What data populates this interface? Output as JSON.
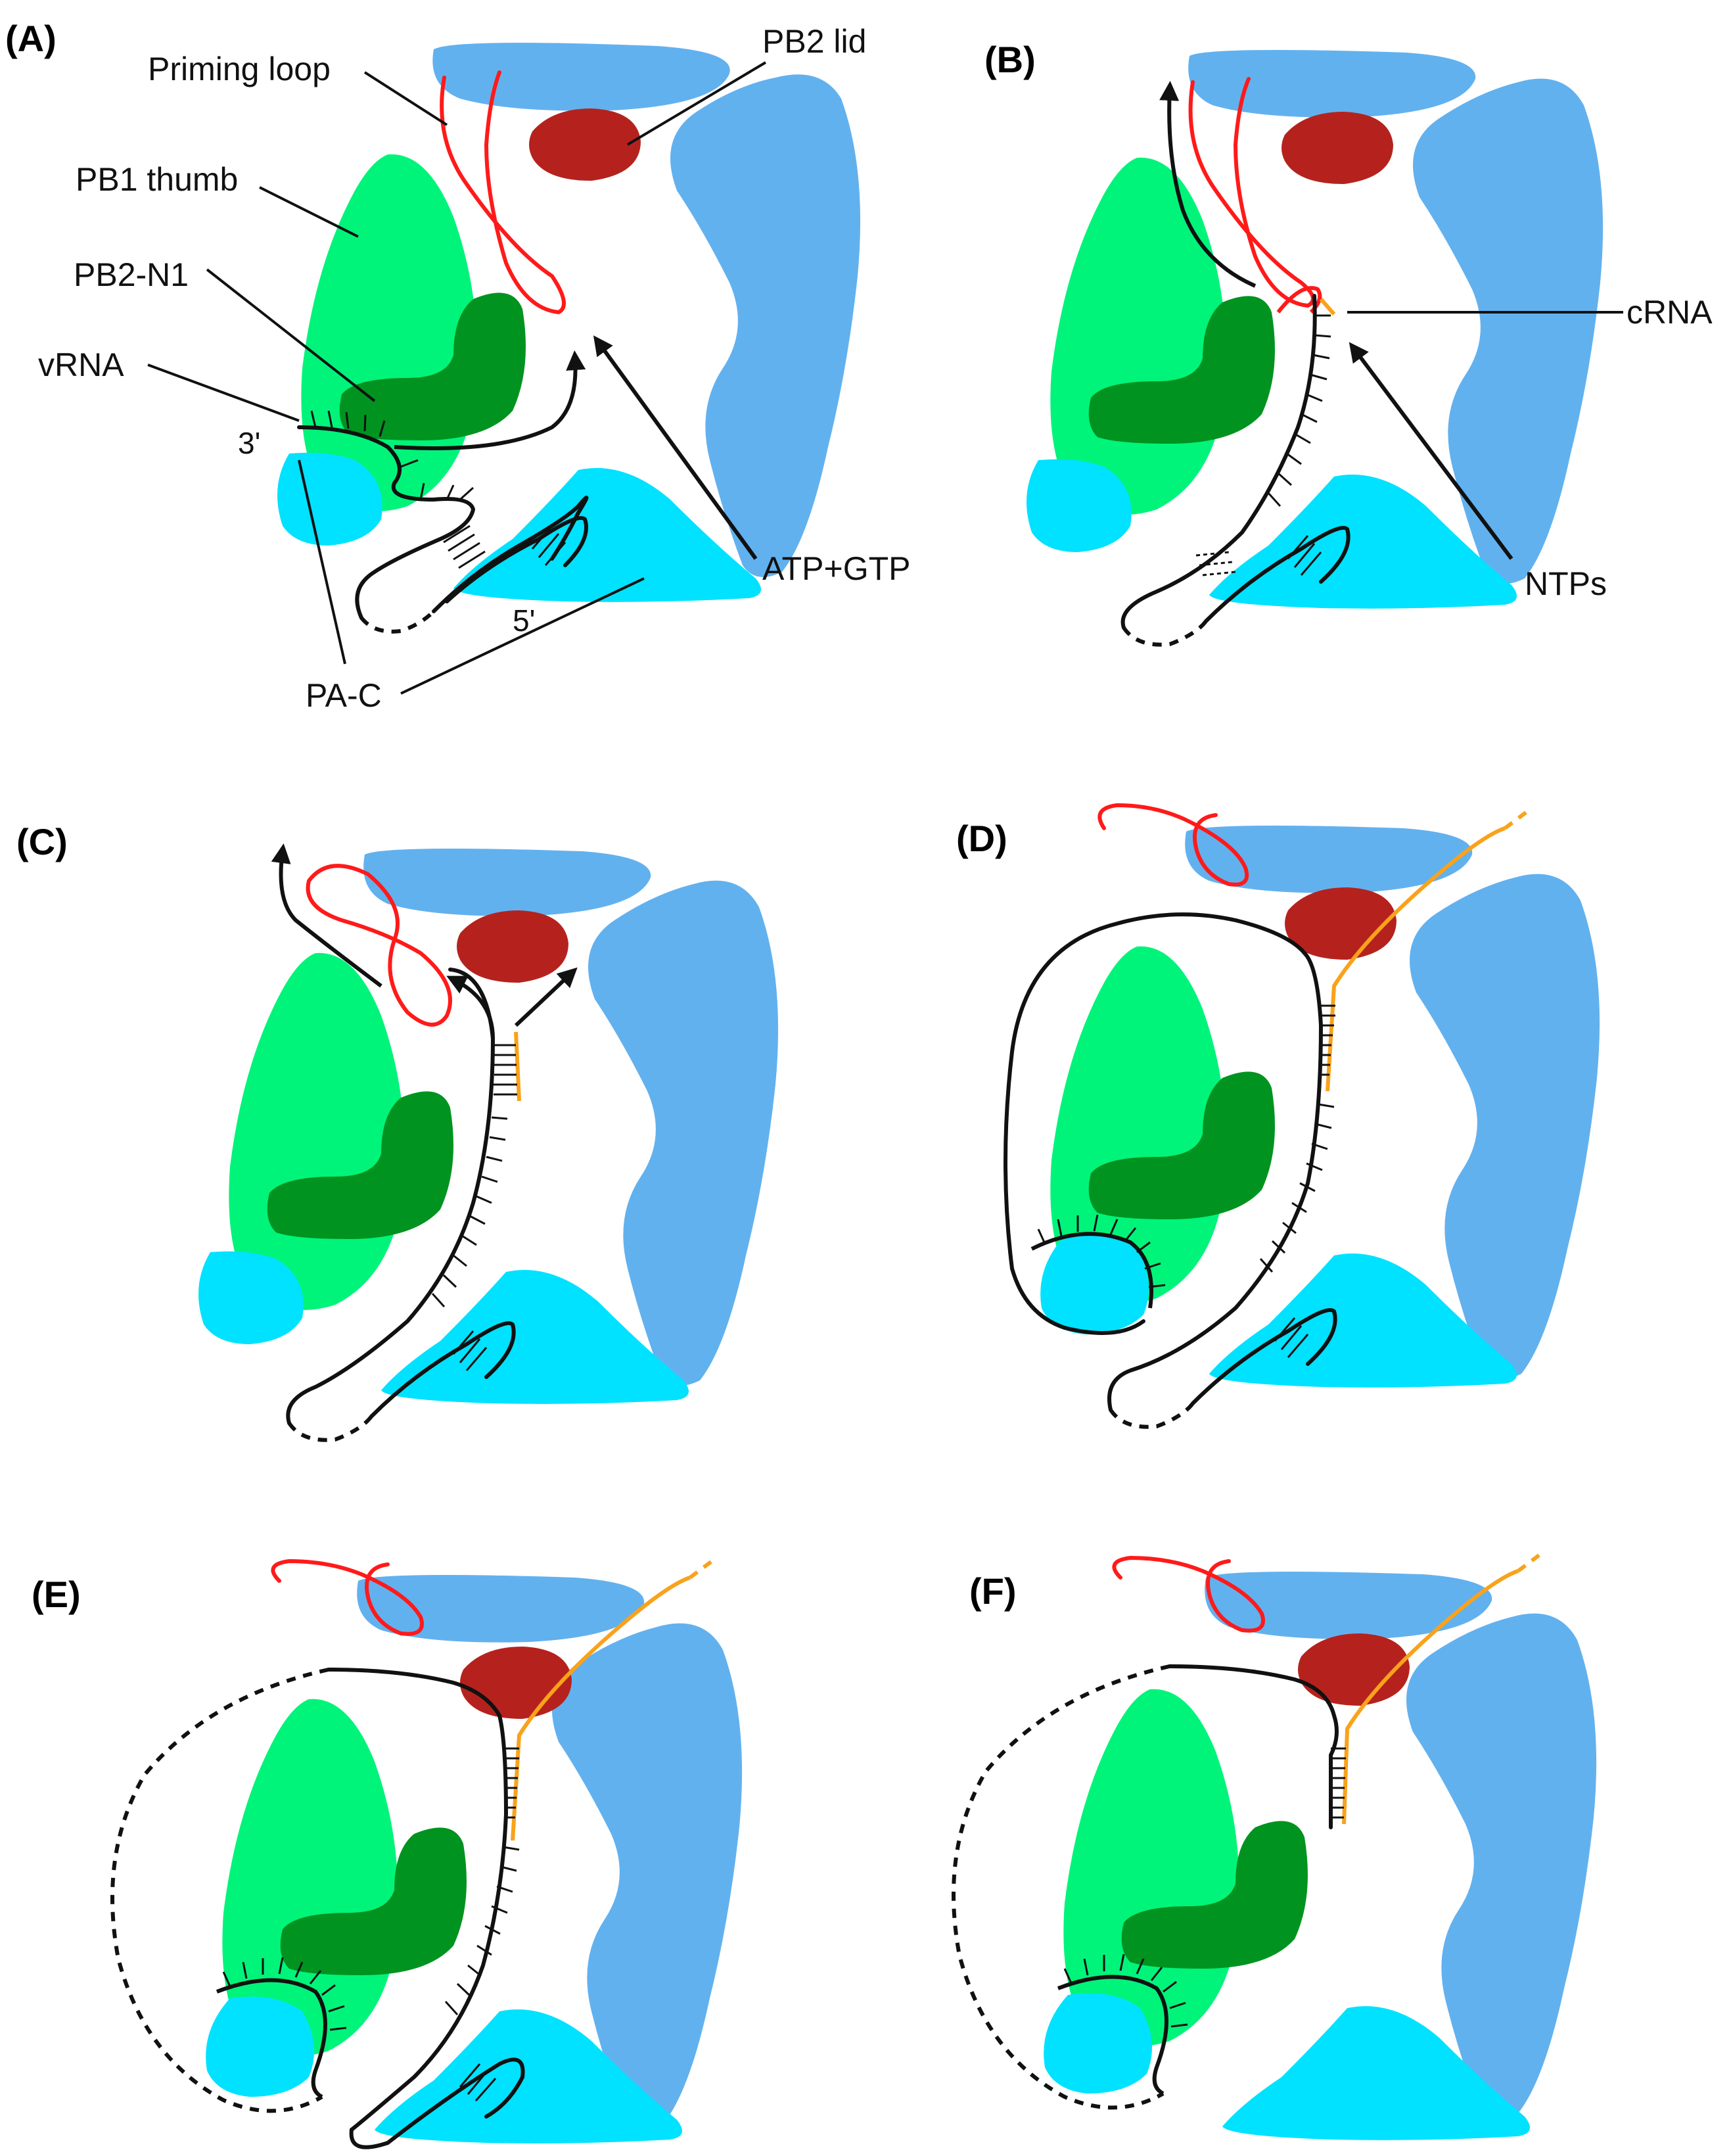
{
  "colors": {
    "pb2_blue": "#62b1ef",
    "pb1_green": "#00f47a",
    "pb2n1_darkgreen": "#00931f",
    "pac_cyan": "#00e2ff",
    "lid_red": "#b5221d",
    "loop_red": "#ff1a1a",
    "crna_orange": "#f9a21a",
    "rna_black": "#111111"
  },
  "panels": [
    {
      "letter": "(A)"
    },
    {
      "letter": "(B)"
    },
    {
      "letter": "(C)"
    },
    {
      "letter": "(D)"
    },
    {
      "letter": "(E)"
    },
    {
      "letter": "(F)"
    }
  ],
  "labels": {
    "priming_loop": "Priming loop",
    "pb2_lid": "PB2 lid",
    "pb1_thumb": "PB1 thumb",
    "pb2_n1": "PB2-N1",
    "vrna": "vRNA",
    "three_prime": "3'",
    "five_prime": "5'",
    "pa_c": "PA-C",
    "atp_gtp": "ATP+GTP",
    "crna": "cRNA",
    "ntps": "NTPs"
  }
}
